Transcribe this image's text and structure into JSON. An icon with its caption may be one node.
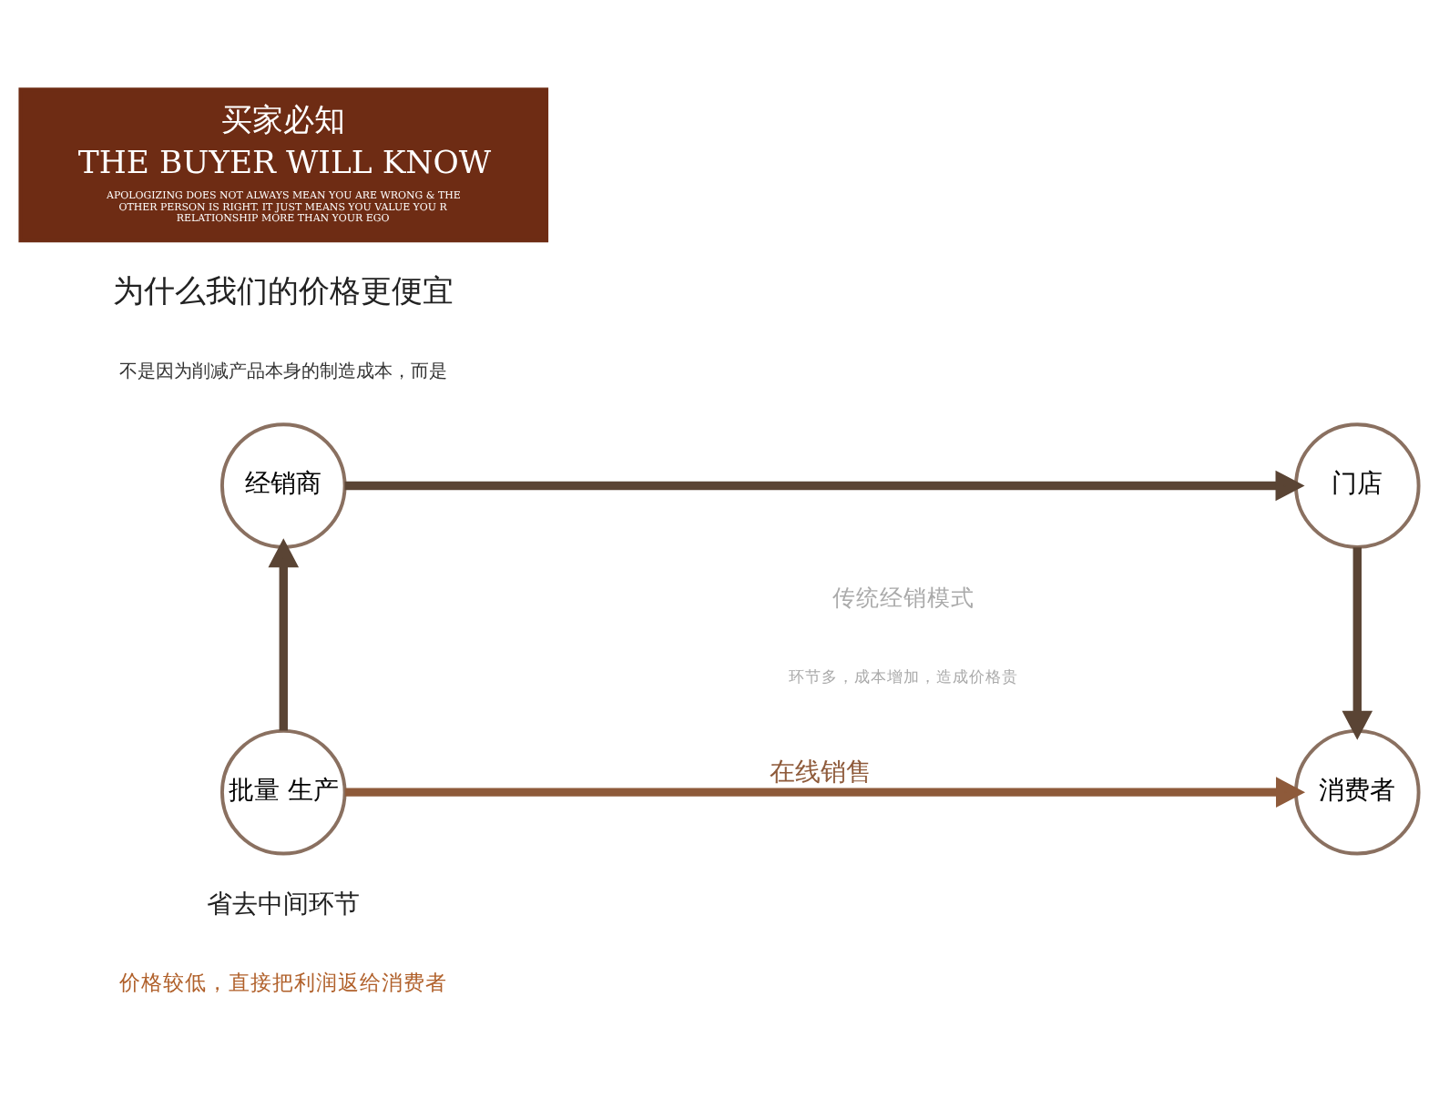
{
  "diagram": {
    "nodes": [
      {
        "text": [
          "买家必知",
          "THE BUYER WILL KNOW",
          "APOLOGIZING DOES NOT ALWAYS MEAN YOU ARE WRONG & THE OTHER PERSON IS RIGHT. IT JUST MEANS YOU VALUE YOU R RELATIONSHIP MORE THAN YOUR EGO"
        ]
      },
      {
        "text": [
          "经销商"
        ]
      },
      {
        "text": [
          "门店"
        ]
      },
      {
        "text": [
          "批量 生产"
        ]
      },
      {
        "text": [
          "消费者"
        ]
      }
    ],
    "edges": [
      {
        "from": 3,
        "to": 1,
        "arrow": "to"
      },
      {
        "from": 1,
        "to": 2,
        "arrow": "to"
      },
      {
        "from": 2,
        "to": 4,
        "arrow": "to"
      },
      {
        "from": 3,
        "to": 4,
        "arrow": "to",
        "label": "在线销售",
        "color": "#8e5a3a"
      }
    ],
    "labels": [
      "为什么我们的价格更便宜",
      "不是因为削减产品本身的制造成本，而是",
      "传统经销模式",
      "环节多，成本增加，造成价格贵",
      "省去中间环节",
      "价格较低，直接把利润返给消费者"
    ]
  }
}
